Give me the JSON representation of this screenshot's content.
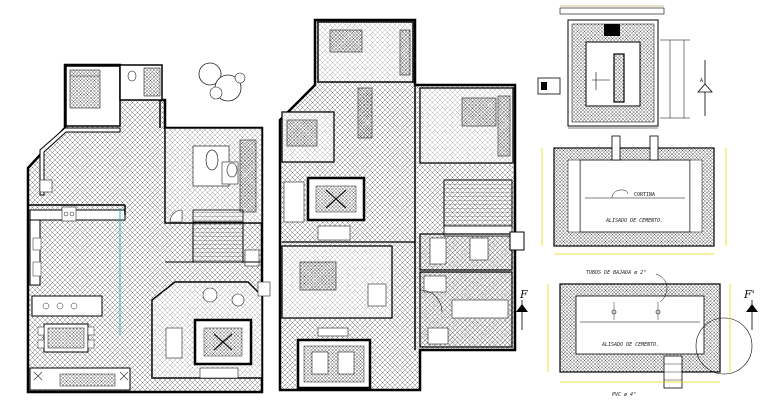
{
  "plan_text": {
    "cortina_label": "CORTINA",
    "section_a_top_label": "ALISADO DE CEMENTO.",
    "section_f_pipe_label": "TUBOS DE BAJADA ø 2\"",
    "section_f_bottom_label": "ALISADO DE CEMENTO.",
    "section_f_pvc_label": "PVC ø 4\"",
    "section_mark_a": "A",
    "section_mark_f_left": "F",
    "section_mark_f_right": "F'"
  },
  "colors": {
    "line": "#111111",
    "wall": "#000000",
    "hatch": "#6a6a6a",
    "dim_yellow": "#e6d800",
    "accent_cyan": "#2ab5c8"
  }
}
